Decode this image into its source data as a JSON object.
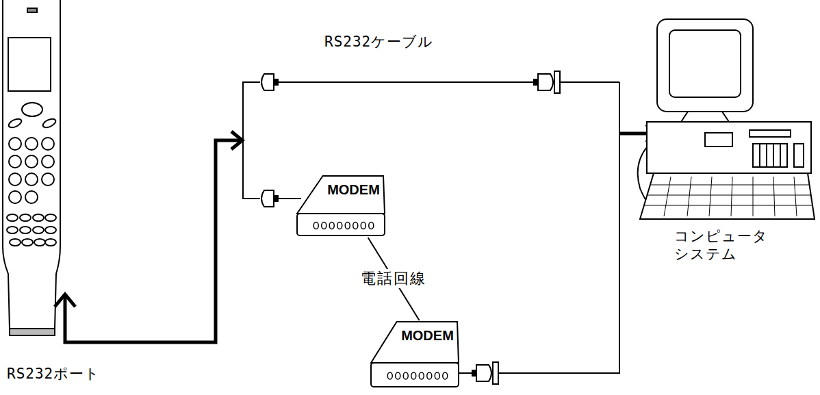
{
  "diagram": {
    "nodes": [
      {
        "text": [
          "MODEM"
        ]
      },
      {
        "text": [
          "MODEM"
        ]
      }
    ],
    "edges": [
      {
        "from": 0,
        "to": 1,
        "label": "電話回線",
        "arrow": "none"
      }
    ],
    "labels": [
      "RS232ケーブル",
      "RS232ポート",
      "コンピュータ システム"
    ]
  }
}
